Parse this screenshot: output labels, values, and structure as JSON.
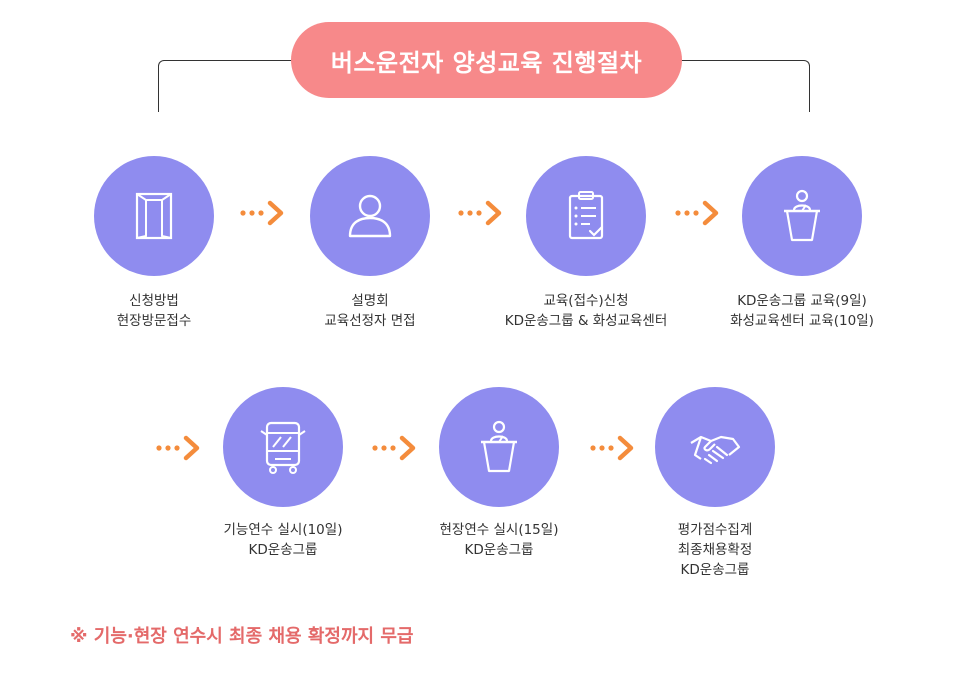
{
  "title": "버스운전자 양성교육 진행절차",
  "steps": [
    {
      "icon": "envelope-icon",
      "lines": [
        "신청방법",
        "현장방문접수"
      ]
    },
    {
      "icon": "person-icon",
      "lines": [
        "설명회",
        "교육선정자 면접"
      ]
    },
    {
      "icon": "clipboard-icon",
      "lines": [
        "교육(접수)신청",
        "KD운송그룹 & 화성교육센터"
      ]
    },
    {
      "icon": "lecturer-podium-icon",
      "lines": [
        "KD운송그룹 교육(9일)",
        "화성교육센터 교육(10일)"
      ]
    },
    {
      "icon": "bus-icon",
      "lines": [
        "기능연수 실시(10일)",
        "KD운송그룹"
      ]
    },
    {
      "icon": "lecturer-podium-icon",
      "lines": [
        "현장연수 실시(15일)",
        "KD운송그룹"
      ]
    },
    {
      "icon": "handshake-icon",
      "lines": [
        "평가점수집계",
        "최종채용확정",
        "KD운송그룹"
      ]
    }
  ],
  "note": "※ 기능·현장 연수시 최종 채용 확정까지 무급",
  "colors": {
    "circle": "#8f8cef",
    "title_pill": "#f7898a",
    "arrow": "#f48c3c",
    "note": "#e46a6a"
  }
}
